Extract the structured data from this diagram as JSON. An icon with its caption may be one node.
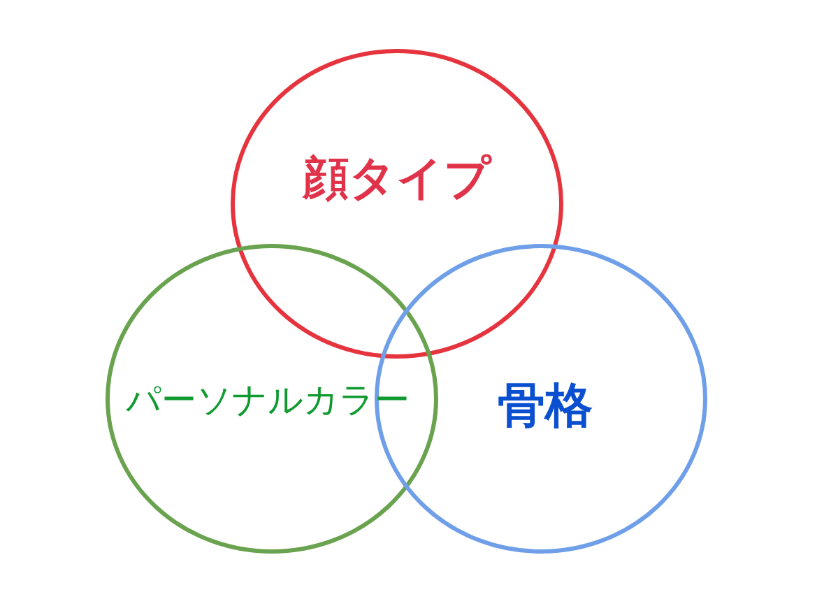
{
  "diagram": {
    "nodes": [
      {
        "text": [
          "顔タイプ"
        ]
      },
      {
        "text": [
          "パーソナルカラー"
        ]
      },
      {
        "text": [
          "骨格"
        ]
      }
    ]
  }
}
